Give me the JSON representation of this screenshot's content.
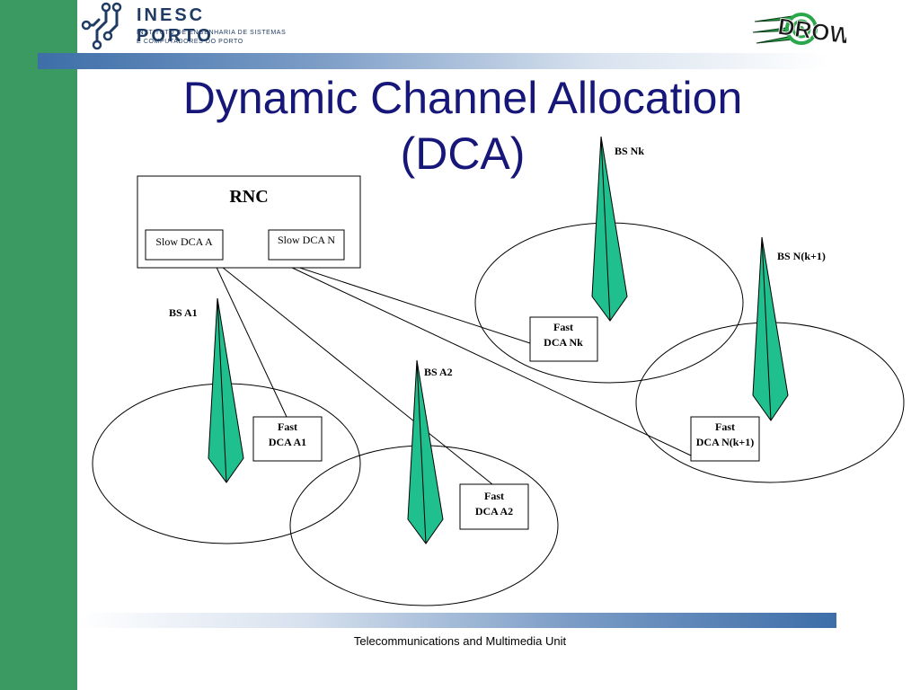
{
  "header": {
    "org_name": "INESC PORTO",
    "org_subtitle_line1": "INSTITUTO DE ENGENHARIA DE SISTEMAS",
    "org_subtitle_line2": "E COMPUTADORES DO PORTO",
    "project_logo_text": "DROWS"
  },
  "slide": {
    "title_line1": "Dynamic Channel Allocation",
    "title_line2": "(DCA)"
  },
  "diagram": {
    "rnc": {
      "label": "RNC",
      "slow_a": "Slow DCA A",
      "slow_n": "Slow DCA N"
    },
    "stations": [
      {
        "bs_label": "BS A1",
        "fast_line1": "Fast",
        "fast_line2": "DCA A1"
      },
      {
        "bs_label": "BS A2",
        "fast_line1": "Fast",
        "fast_line2": "DCA A2"
      },
      {
        "bs_label": "BS Nk",
        "fast_line1": "Fast",
        "fast_line2": "DCA Nk"
      },
      {
        "bs_label": "BS N(k+1)",
        "fast_line1": "Fast",
        "fast_line2": "DCA N(k+1)"
      }
    ]
  },
  "colors": {
    "sidebar": "#3a9a62",
    "antenna_fill": "#1fc08e",
    "title": "#17177a",
    "band_dark": "#3d6ea8"
  },
  "footer": {
    "text": "Telecommunications and Multimedia Unit"
  }
}
